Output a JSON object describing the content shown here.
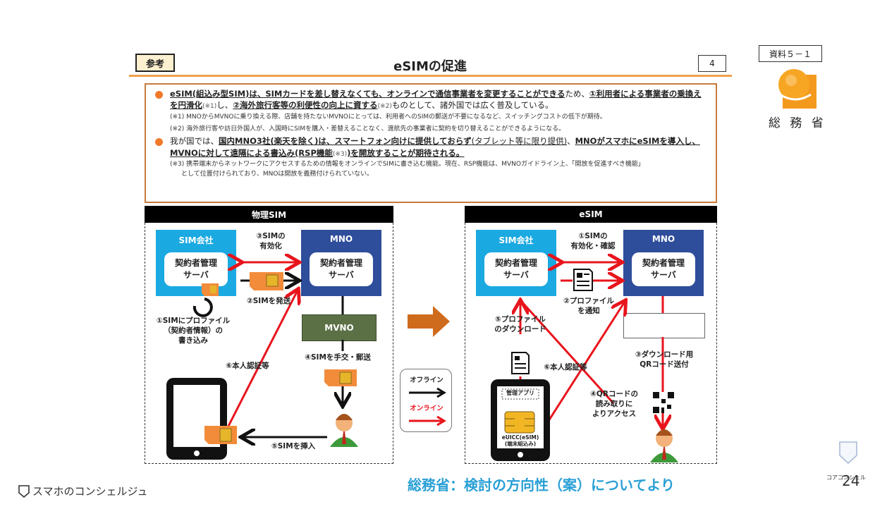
{
  "header": {
    "reference_label": "参考",
    "title": "eSIMの促進",
    "page_number": "4",
    "document_tag": "資料５－１",
    "ministry_name": "総 務 省"
  },
  "summary": {
    "bullet1": {
      "part1": "eSIM(組込み型SIM)は、SIMカードを差し替えなくても、オンラインで通信事業者を変更することができる",
      "part2": "ため、",
      "part3": "①利用者による事業者の乗換えを円滑化",
      "ref1": "(※1)",
      "part4": "し、",
      "part5": "②海外旅行客等の利便性の向上に資する",
      "ref2": "(※2)",
      "part6": "ものとして、諸外国では広く普及している。"
    },
    "note1": "(※1) MNOからMVNOに乗り換える際、店舗を持たないMVNOにとっては、利用者へのSIMの郵送が不要になるなど、スイッチングコストの低下が期待。",
    "note2": "(※2) 海外旅行客や訪日外国人が、入国時にSIMを購入・差替えることなく、渡航先の事業者に契約を切り替えることができるようになる。",
    "bullet2": {
      "part1": "我が国では、",
      "part2": "国内MNO3社(楽天を除く)は、スマートフォン向けに提供しておらず",
      "part3": "(タブレット等に限り提供)",
      "part4": "、",
      "part5": "MNOがスマホにeSIMを導入し、MVNOに対して遠隔による書込み(RSP機能",
      "ref3": "(※3)",
      "part6": ")を開放することが期待される。"
    },
    "note3_line1": "(※3) 携帯端末からネットワークにアクセスするための情報をオンラインでSIMに書き込む機能。現在、RSP機能は、MVNOガイドライン上、「開放を促進すべき機能」",
    "note3_line2": "として位置付けられており、MNOは開放を義務付けられていない。"
  },
  "physical_sim": {
    "title": "物理SIM",
    "sim_company": "SIM会社",
    "mno": "MNO",
    "server_line1": "契約者管理",
    "server_line2": "サーバ",
    "mvno": "MVNO",
    "step1": [
      "①SIMにプロファイル",
      "（契約者情報）の",
      "書き込み"
    ],
    "step2": "②SIMを発送",
    "step3": [
      "③SIMの",
      "有効化"
    ],
    "step4": "④SIMを手交・郵送",
    "step5": "⑤SIMを挿入",
    "step6": "⑥本人認証等"
  },
  "esim": {
    "title": "eSIM",
    "sim_company": "SIM会社",
    "mno": "MNO",
    "server_line1": "契約者管理",
    "server_line2": "サーバ",
    "step1": [
      "①SIMの",
      "有効化・確認"
    ],
    "step2": [
      "②プロファイル",
      "を通知"
    ],
    "step3": [
      "③ダウンロード用",
      "QRコード送付"
    ],
    "step4": [
      "④QRコードの",
      "読み取りに",
      "よりアクセス"
    ],
    "step5": [
      "⑤プロファイル",
      "のダウンロード"
    ],
    "step6": "⑥本人認証等",
    "app_label": "管理アプリ",
    "chip_line1": "eUICC(eSIM)",
    "chip_line2": "(端末組込み)"
  },
  "legend": {
    "offline": "オフライン",
    "online": "オンライン"
  },
  "footer": {
    "brand": "スマホのコンシェルジュ",
    "source": "総務省：検討の方向性（案）についてより",
    "corner_brand": "コアコンシェル",
    "corner_number": "24"
  },
  "colors": {
    "accent_orange": "#f07a2a",
    "sim_company_blue": "#1ba9e1",
    "mno_navy": "#2e4d9a",
    "mvno_green": "#5b7045",
    "online_red": "#e8141c",
    "source_blue": "#2aa0d6"
  }
}
